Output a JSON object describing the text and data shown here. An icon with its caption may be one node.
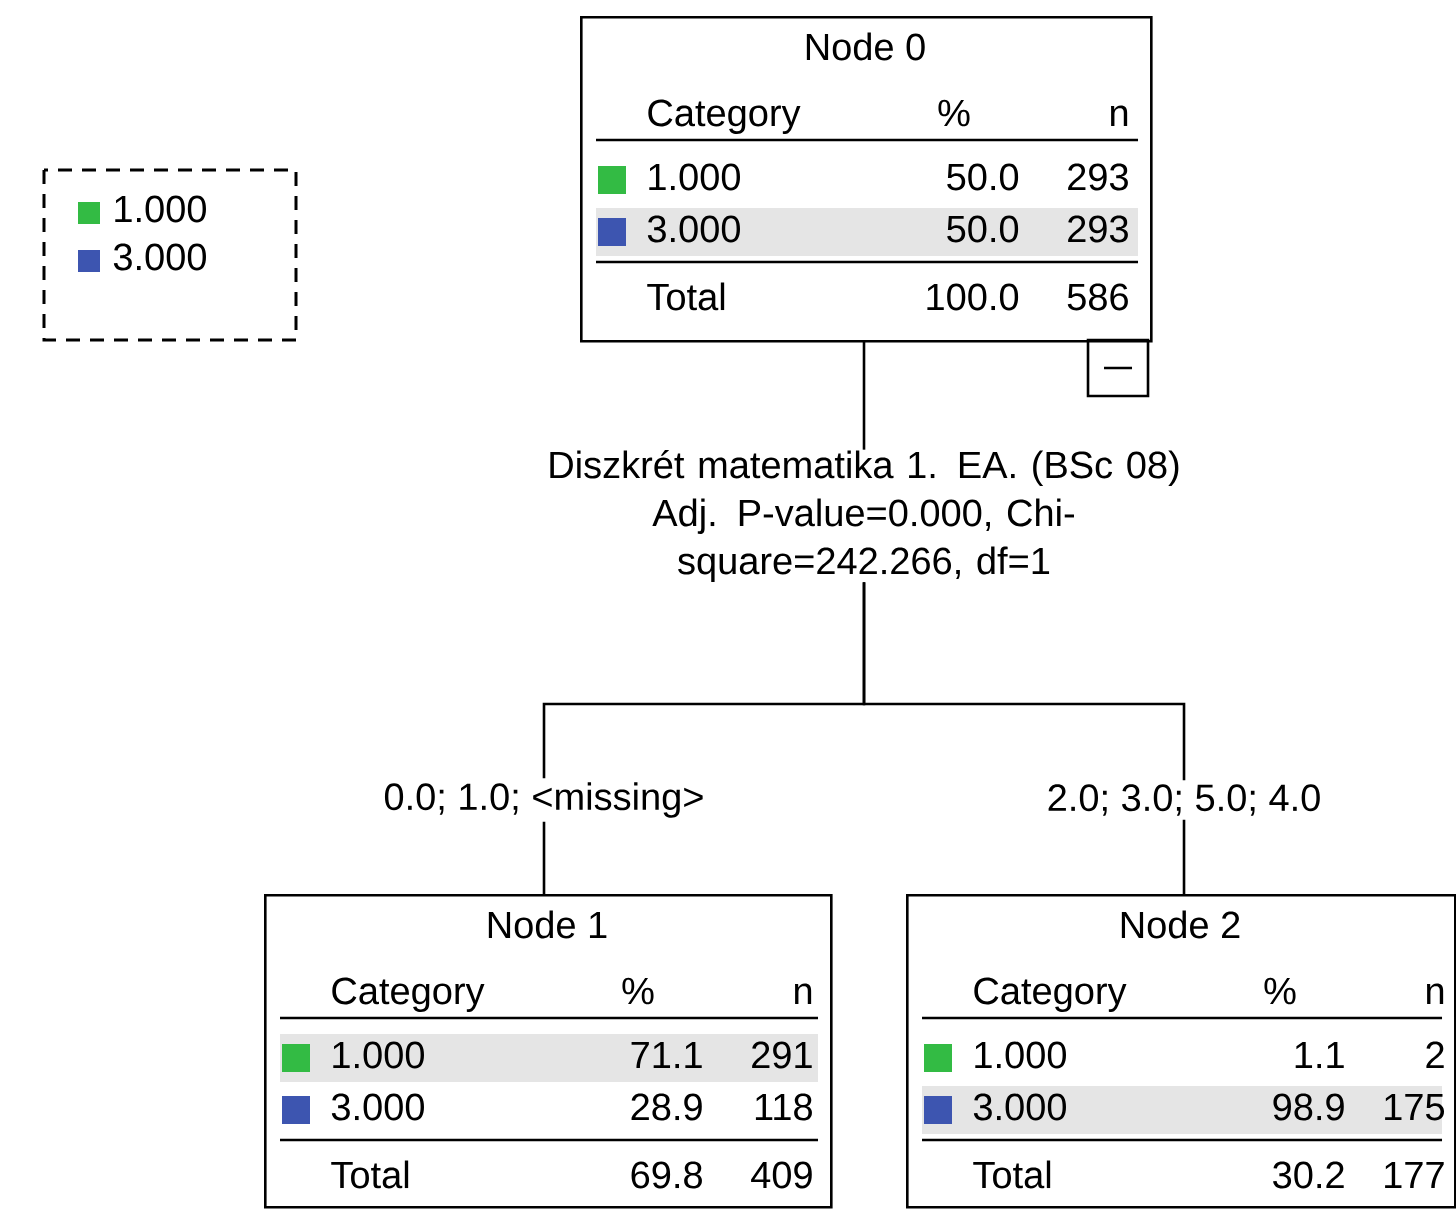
{
  "diagram": {
    "nodes": [
      {
        "text": [
          "Node 0",
          "Category",
          "%",
          "n",
          "1.000",
          "50.0",
          "293",
          "3.000",
          "50.0",
          "293",
          "Total",
          "100.0",
          "586"
        ]
      },
      {
        "text": [
          "Diszkrét matematika 1. EA. (BSc 08)",
          "Adj. P-value=0.000, Chi-square=242.266, df=1"
        ]
      },
      {
        "text": [
          "Node 1",
          "Category",
          "%",
          "n",
          "1.000",
          "71.1",
          "291",
          "3.000",
          "28.9",
          "118",
          "Total",
          "69.8",
          "409"
        ]
      },
      {
        "text": [
          "Node 2",
          "Category",
          "%",
          "n",
          "1.000",
          "1.1",
          "2",
          "3.000",
          "98.9",
          "175",
          "Total",
          "30.2",
          "177"
        ]
      }
    ],
    "edges": [
      {
        "from": 0,
        "to": 1,
        "arrow": "none"
      },
      {
        "from": 1,
        "to": 2,
        "arrow": "none",
        "label": "0.0; 1.0;  <missing>"
      },
      {
        "from": 1,
        "to": 3,
        "arrow": "none",
        "label": "2.0; 3.0; 5.0; 4.0"
      }
    ],
    "legend": [
      {
        "text": "1.000",
        "color": "#33bb44"
      },
      {
        "text": "3.000",
        "color": "#3d55b0"
      }
    ]
  }
}
